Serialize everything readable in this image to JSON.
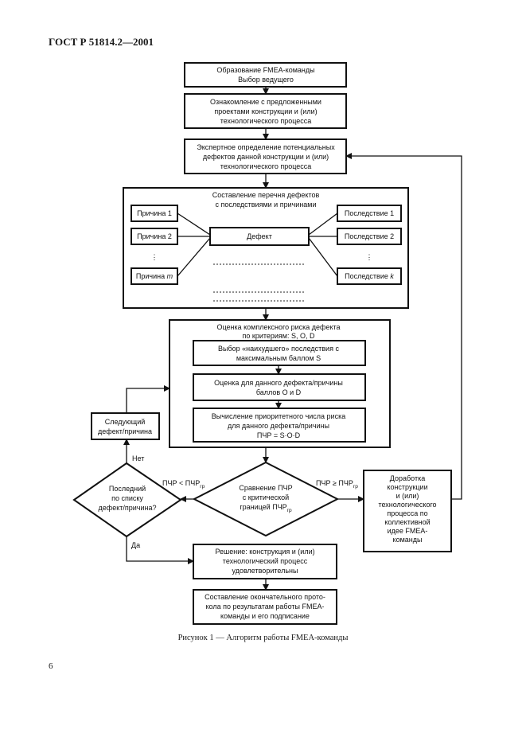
{
  "header": {
    "doc_id": "ГОСТ Р 51814.2—2001"
  },
  "caption": {
    "text": "Рисунок 1 — Алгоритм работы FMEA-команды"
  },
  "page_number": "6",
  "diagram": {
    "b1": [
      "Образование FMEA-команды",
      "Выбор ведущего"
    ],
    "b2": [
      "Ознакомление с предложенными",
      "проектами конструкции и (или)",
      "технологического процесса"
    ],
    "b3": [
      "Экспертное определение потенциальных",
      "дефектов данной конструкции и (или)",
      "технологического процесса"
    ],
    "list_title": [
      "Составление перечня дефектов",
      "с последствиями и причинами"
    ],
    "causes": [
      "Причина 1",
      "Причина 2",
      "Причина"
    ],
    "cause_m_index": "m",
    "defect": "Дефект",
    "consequences": [
      "Последствие 1",
      "Последствие 2",
      "Последствие"
    ],
    "consequence_k_index": "k",
    "vdots": "⋮",
    "eval_title": [
      "Оценка комплексного риска дефекта",
      "по критериям: S, O, D"
    ],
    "e1": [
      "Выбор «наихудшего» последствия с",
      "максимальным баллом S"
    ],
    "e2": [
      "Оценка для данного дефекта/причины",
      "баллов O и D"
    ],
    "e3": [
      "Вычисление приоритетного числа риска",
      "для данного дефекта/причины",
      "ПЧР = S·O·D"
    ],
    "next": [
      "Следующий",
      "дефект/причина"
    ],
    "compare": [
      "Сравнение ПЧР",
      "с критической",
      "границей ПЧР"
    ],
    "last": [
      "Последний",
      "по списку",
      "дефект/причина?"
    ],
    "rpn_lt": "ПЧР < ПЧР",
    "rpn_ge": "ПЧР ≥ ПЧР",
    "gr": "гр",
    "no": "Нет",
    "yes": "Да",
    "rework": [
      "Доработка",
      "конструкции",
      "и (или)",
      "технологического",
      "процесса по",
      "коллективной",
      "идее FMEA-",
      "команды"
    ],
    "decision": [
      "Решение: конструкция и (или)",
      "технологический процесс",
      "удовлетворительны"
    ],
    "final": [
      "Составление окончательного прото-",
      "кола по результатам работы FMEA-",
      "команды и его подписание"
    ]
  }
}
